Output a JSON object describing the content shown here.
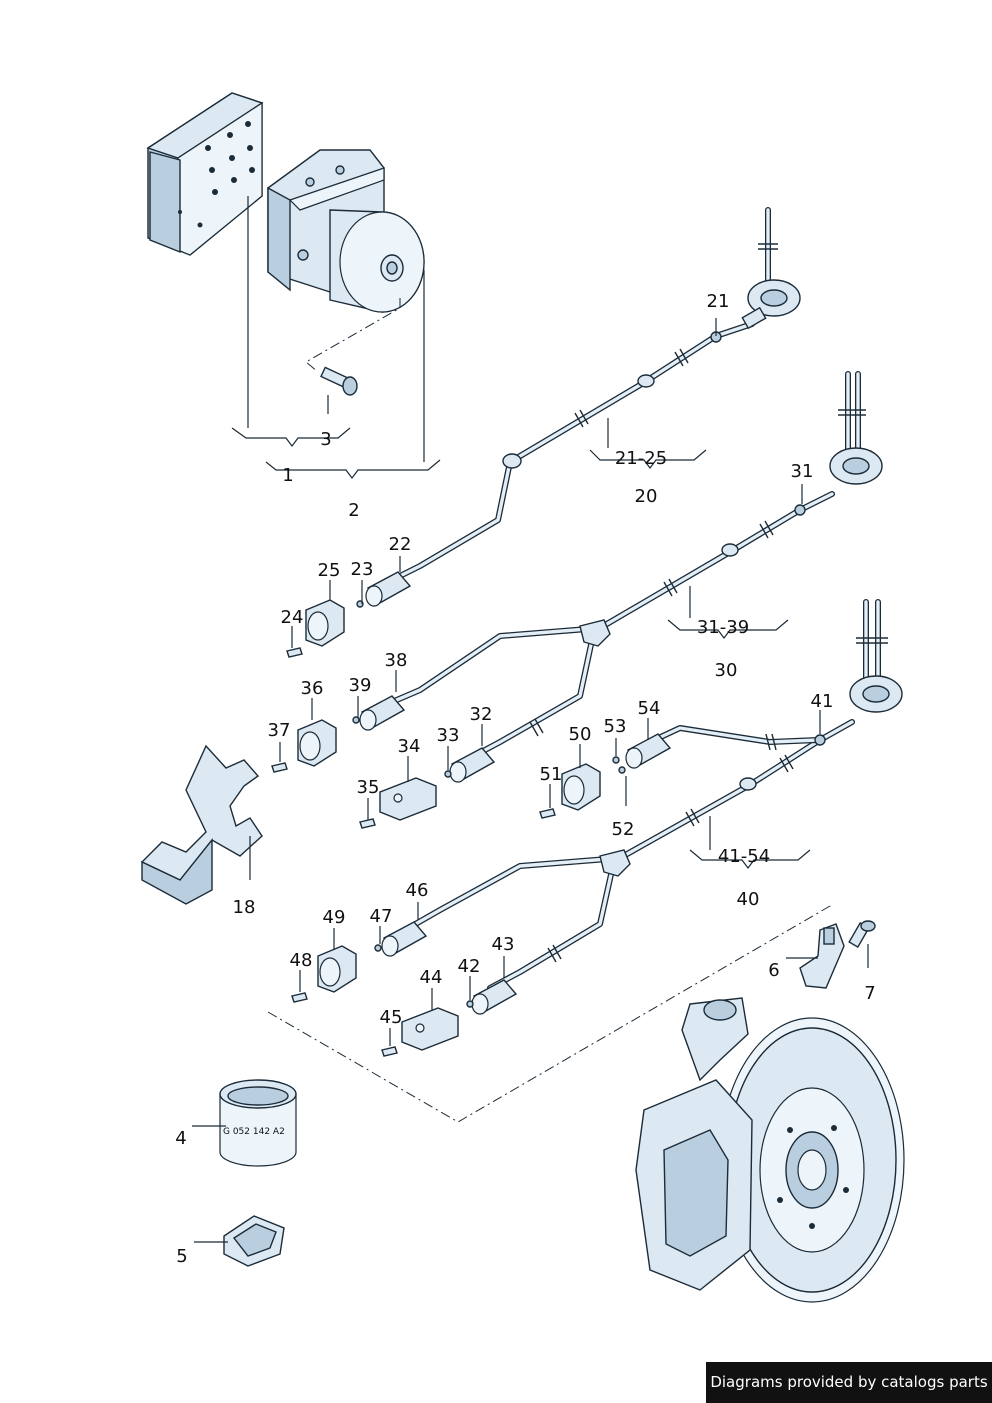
{
  "footer": {
    "text": "Diagrams provided by catalogs parts"
  },
  "stamp_text": "G 052 142 A2",
  "callouts": {
    "c1": "1",
    "c2": "2",
    "c3": "3",
    "c4": "4",
    "c5": "5",
    "c6": "6",
    "c7": "7",
    "c18": "18",
    "c20": "20",
    "c21": "21",
    "c21_25": "21-25",
    "c22": "22",
    "c23": "23",
    "c24": "24",
    "c25": "25",
    "c30": "30",
    "c31": "31",
    "c31_39": "31-39",
    "c32": "32",
    "c33": "33",
    "c34": "34",
    "c35": "35",
    "c36": "36",
    "c37": "37",
    "c38": "38",
    "c39": "39",
    "c40": "40",
    "c41": "41",
    "c41_54": "41-54",
    "c42": "42",
    "c43": "43",
    "c44": "44",
    "c45": "45",
    "c46": "46",
    "c47": "47",
    "c48": "48",
    "c49": "49",
    "c50": "50",
    "c51": "51",
    "c52": "52",
    "c53": "53",
    "c54": "54"
  },
  "colors": {
    "ink": "#1b2b38",
    "part_fill": "#dce9f3",
    "part_shade": "#b9cfe0",
    "footer_bg": "#111111"
  }
}
